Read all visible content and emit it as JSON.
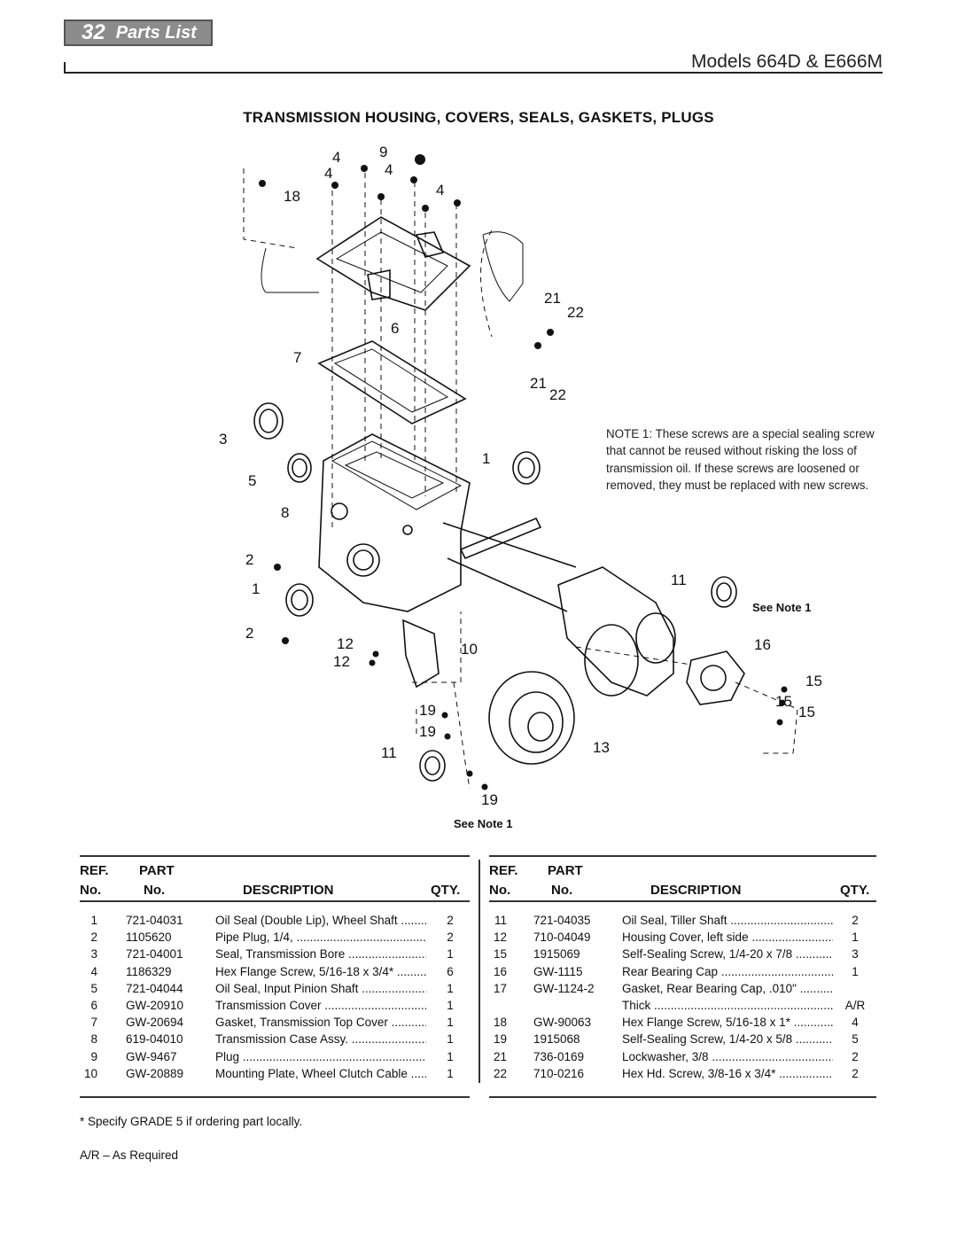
{
  "header": {
    "page_number": "32",
    "section": "Parts List",
    "models": "Models 664D & E666M"
  },
  "title": "TRANSMISSION HOUSING, COVERS, SEALS, GASKETS, PLUGS",
  "note": "NOTE 1: These screws are a special sealing screw that cannot be reused without risking the loss of transmission oil.  If these screws are loosened or removed, they must be replaced with new screws.",
  "see_note_labels": [
    "See Note 1",
    "See Note 1"
  ],
  "callouts": [
    "4",
    "9",
    "4",
    "4",
    "18",
    "4",
    "21",
    "22",
    "6",
    "7",
    "21",
    "22",
    "3",
    "1",
    "5",
    "8",
    "2",
    "1",
    "11",
    "2",
    "12",
    "10",
    "12",
    "16",
    "15",
    "15",
    "15",
    "19",
    "19",
    "11",
    "13",
    "19"
  ],
  "table": {
    "headers": {
      "ref_top": "REF.",
      "ref_bottom": "No.",
      "part_top": "PART",
      "part_bottom": "No.",
      "description": "DESCRIPTION",
      "qty": "QTY."
    },
    "left_rows": [
      {
        "ref": "1",
        "part": "721-04031",
        "desc": "Oil Seal (Double Lip), Wheel Shaft",
        "qty": "2"
      },
      {
        "ref": "2",
        "part": "1105620",
        "desc": "Pipe Plug, 1/4,",
        "qty": "2"
      },
      {
        "ref": "3",
        "part": "721-04001",
        "desc": "Seal, Transmission Bore",
        "qty": "1"
      },
      {
        "ref": "4",
        "part": "1186329",
        "desc": "Hex Flange Screw, 5/16-18 x 3/4*",
        "qty": "6"
      },
      {
        "ref": "5",
        "part": "721-04044",
        "desc": "Oil Seal, Input Pinion Shaft",
        "qty": "1"
      },
      {
        "ref": "6",
        "part": "GW-20910",
        "desc": "Transmission Cover",
        "qty": "1"
      },
      {
        "ref": "7",
        "part": "GW-20694",
        "desc": "Gasket, Transmission Top Cover",
        "qty": "1"
      },
      {
        "ref": "8",
        "part": "619-04010",
        "desc": "Transmission Case Assy.",
        "qty": "1"
      },
      {
        "ref": "9",
        "part": "GW-9467",
        "desc": "Plug",
        "qty": "1"
      },
      {
        "ref": "10",
        "part": "GW-20889",
        "desc": "Mounting Plate, Wheel Clutch Cable",
        "qty": "1"
      }
    ],
    "right_rows": [
      {
        "ref": "11",
        "part": "721-04035",
        "desc": "Oil Seal, Tiller Shaft",
        "qty": "2"
      },
      {
        "ref": "12",
        "part": "710-04049",
        "desc": "Housing Cover, left side",
        "qty": "1"
      },
      {
        "ref": "15",
        "part": "1915069",
        "desc": "Self-Sealing Screw, 1/4-20 x 7/8",
        "qty": "3"
      },
      {
        "ref": "16",
        "part": "GW-1115",
        "desc": "Rear Bearing Cap",
        "qty": "1"
      },
      {
        "ref": "17",
        "part": "GW-1124-2",
        "desc": "Gasket, Rear Bearing Cap, .010\"",
        "qty": ""
      },
      {
        "ref": "",
        "part": "",
        "desc": "Thick",
        "qty": "A/R"
      },
      {
        "ref": "18",
        "part": "GW-90063",
        "desc": "Hex Flange Screw, 5/16-18 x 1*",
        "qty": "4"
      },
      {
        "ref": "19",
        "part": "1915068",
        "desc": "Self-Sealing Screw, 1/4-20 x 5/8",
        "qty": "5"
      },
      {
        "ref": "21",
        "part": "736-0169",
        "desc": "Lockwasher, 3/8",
        "qty": "2"
      },
      {
        "ref": "22",
        "part": "710-0216",
        "desc": "Hex Hd. Screw, 3/8-16 x 3/4*",
        "qty": "2"
      }
    ]
  },
  "footnote": "* Specify GRADE 5 if ordering part locally.",
  "ar_legend": "A/R – As Required"
}
